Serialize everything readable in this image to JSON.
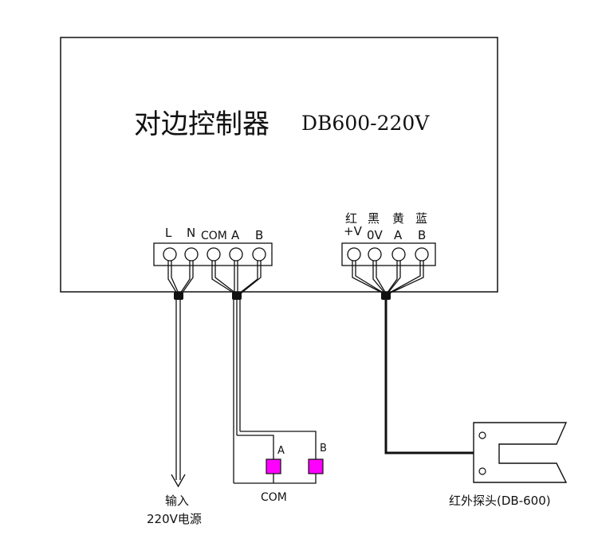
{
  "controller": {
    "title": "对边控制器",
    "model": "DB600-220V"
  },
  "terminal_block_1": {
    "labels": [
      "L",
      "N",
      "COM",
      "A",
      "B"
    ]
  },
  "terminal_block_2": {
    "color_labels": [
      "红",
      "黑",
      "黄",
      "蓝"
    ],
    "signal_labels": [
      "+V",
      "0V",
      "A",
      "B"
    ]
  },
  "relay": {
    "label_a": "A",
    "label_b": "B",
    "label_com": "COM"
  },
  "power_input": {
    "line1": "输入",
    "line2": "220V电源"
  },
  "sensor": {
    "label": "红外探头(DB-600)"
  },
  "colors": {
    "relay_fill": "#ff00ff",
    "line": "#111111"
  }
}
